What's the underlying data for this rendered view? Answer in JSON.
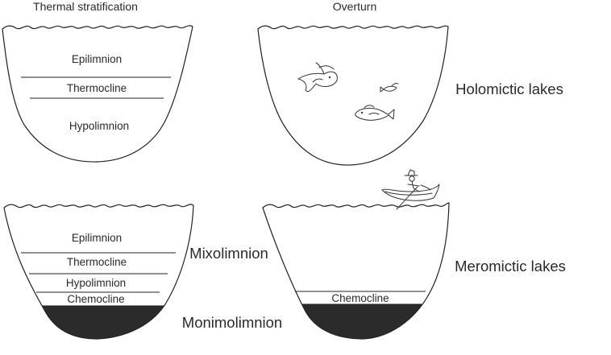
{
  "headers": {
    "left": "Thermal stratification",
    "right": "Overturn"
  },
  "top_left_lake": {
    "layers": [
      "Epilimnion",
      "Thermocline",
      "Hypolimnion"
    ]
  },
  "bottom_left_lake": {
    "layers": [
      "Epilimnion",
      "Thermocline",
      "Hypolimnion",
      "Chemocline"
    ]
  },
  "bottom_right_lake": {
    "layers": [
      "Chemocline"
    ]
  },
  "zone_labels": {
    "mixolimnion": "Mixolimnion",
    "monimolimnion": "Monimolimnion"
  },
  "category_labels": {
    "holomictic": "Holomictic lakes",
    "meromictic": "Meromictic lakes"
  }
}
